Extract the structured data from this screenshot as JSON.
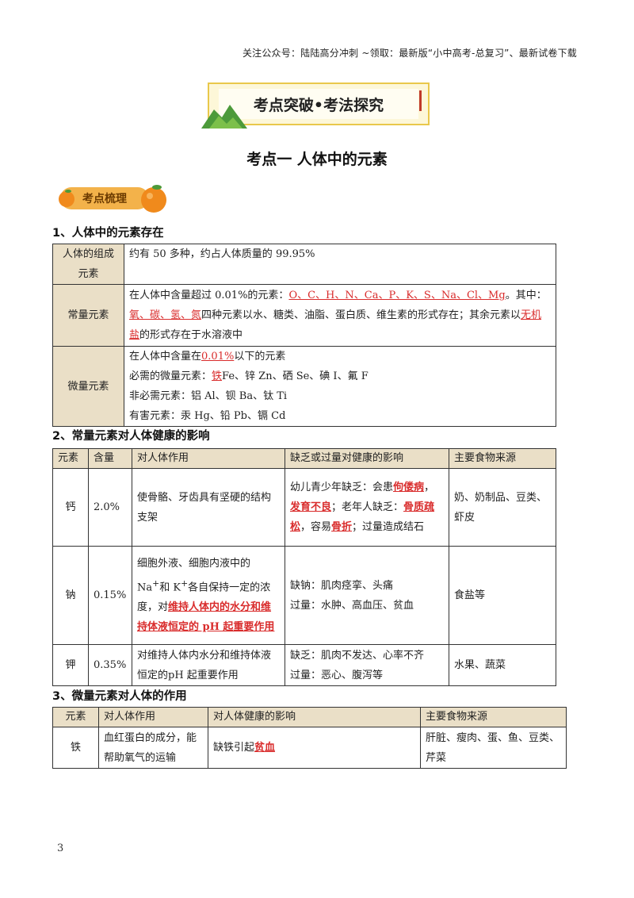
{
  "header": {
    "text": "关注公众号：陆陆高分冲刺  ~领取：最新版“小中高考-总复习”、最新试卷下载"
  },
  "banner": {
    "title": "考点突破•考法探究"
  },
  "topic_title": "考点一    人体中的元素",
  "badge": {
    "label": "考点梳理"
  },
  "section1": {
    "title": "1、人体中的元素存在",
    "rows": [
      {
        "label": "人体的组成元素",
        "content": "约有  50 多种，约占人体质量的 99.95%"
      },
      {
        "label": "常量元素",
        "p1": "在人体中含量超过 0.01%的元素：",
        "elements": "O、C、H、N、Ca、P、K、S、Na、Cl、Mg",
        "p2": "。其中：",
        "four": "氧、碳、氢、氮",
        "p3": "四种元素以水、糖类、油脂、蛋白质、维生素的形式存在；其余元素以",
        "salt": "无机盐",
        "p4": "的形式存在于水溶液中"
      },
      {
        "label": "微量元素",
        "l1a": "在人体中含量在",
        "l1b": "0.01%",
        "l1c": "以下的元素",
        "l2a": "必需的微量元素：",
        "l2b": "铁",
        "l2c": "Fe、锌 Zn、硒 Se、碘 I、氟 F",
        "l3": "非必需元素：铝 Al、钡 Ba、钛 Ti",
        "l4": "有害元素：汞 Hg、铅 Pb、镉 Cd"
      }
    ]
  },
  "section2": {
    "title": "2、常量元素对人体健康的影响",
    "headers": [
      "元素",
      "含量",
      "对人体作用",
      "缺乏或过量对健康的影响",
      "主要食物来源"
    ],
    "ca": {
      "name": "钙",
      "amount": "2.0%",
      "effect": "使骨骼、牙齿具有坚硬的结构支架",
      "h1": "幼儿青少年缺乏：会患",
      "h2": "佝偻病",
      "h3": "，",
      "h4": "发育不良",
      "h5": "；老年人缺乏：",
      "h6": "骨质疏松",
      "h7": "，容易",
      "h8": "骨折",
      "h9": "；过量造成结石",
      "food": "奶、奶制品、豆类、虾皮"
    },
    "na": {
      "name": "钠",
      "amount": "0.15%",
      "e1": "细胞外液、细胞内液中的",
      "e2": "Na",
      "e3": "+",
      "e4": "和 K",
      "e5": "+",
      "e6": "各自保持一定的浓度，对",
      "e7": "维持人体内的水分和维持体液恒定的 pH 起重要作用",
      "h1": "缺钠：肌肉痉挛、头痛",
      "h2": "过量：水肿、高血压、贫血",
      "food": "食盐等"
    },
    "k": {
      "name": "钾",
      "amount": "0.35%",
      "effect": "对维持人体内水分和维持体液恒定的pH 起重要作用",
      "h1": "缺乏：肌肉不发达、心率不齐",
      "h2": "过量：恶心、腹泻等",
      "food": "水果、蔬菜"
    }
  },
  "section3": {
    "title": "3、微量元素对人体的作用",
    "headers": [
      "元素",
      "对人体作用",
      "对人体健康的影响",
      "主要食物来源"
    ],
    "fe": {
      "name": "铁",
      "effect": "血红蛋白的成分，能帮助氧气的运输",
      "h1": "缺铁引起",
      "h2": "贫血",
      "food": "肝脏、瘦肉、蛋、鱼、豆类、芹菜"
    }
  },
  "page_number": "3"
}
